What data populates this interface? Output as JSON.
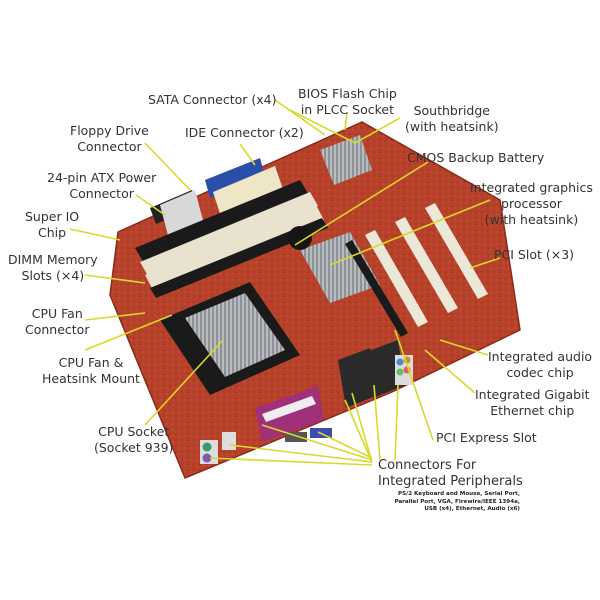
{
  "diagram": {
    "subject": "Motherboard",
    "leader_line_color": "#d9d92a",
    "board_color": "#b8412a",
    "labels": [
      {
        "id": "sata",
        "lines": [
          "SATA Connector (x4)"
        ]
      },
      {
        "id": "bios",
        "lines": [
          "BIOS Flash Chip",
          "in PLCC Socket"
        ]
      },
      {
        "id": "southbridge",
        "lines": [
          "Southbridge",
          "(with heatsink)"
        ]
      },
      {
        "id": "floppy",
        "lines": [
          "Floppy Drive",
          "Connector"
        ]
      },
      {
        "id": "ide",
        "lines": [
          "IDE Connector (x2)"
        ]
      },
      {
        "id": "cmos",
        "lines": [
          "CMOS Backup Battery"
        ]
      },
      {
        "id": "atx",
        "lines": [
          "24-pin ATX Power",
          "Connector"
        ]
      },
      {
        "id": "igp",
        "lines": [
          "Integrated graphics",
          "processor",
          "(with heatsink)"
        ]
      },
      {
        "id": "superio",
        "lines": [
          "Super IO",
          "Chip"
        ]
      },
      {
        "id": "dimm",
        "lines": [
          "DIMM Memory",
          "Slots (×4)"
        ]
      },
      {
        "id": "pci",
        "lines": [
          "PCI Slot (×3)"
        ]
      },
      {
        "id": "cpufan",
        "lines": [
          "CPU Fan",
          "Connector"
        ]
      },
      {
        "id": "heatsink",
        "lines": [
          "CPU Fan &",
          "Heatsink Mount"
        ]
      },
      {
        "id": "audio",
        "lines": [
          "Integrated audio",
          "codec chip"
        ]
      },
      {
        "id": "ethernet",
        "lines": [
          "Integrated Gigabit",
          "Ethernet chip"
        ]
      },
      {
        "id": "cpusocket",
        "lines": [
          "CPU Socket",
          "(Socket 939)"
        ]
      },
      {
        "id": "pcie",
        "lines": [
          "PCI Express Slot"
        ]
      },
      {
        "id": "connectors",
        "lines": [
          "Connectors For",
          "Integrated Peripherals"
        ]
      }
    ],
    "connectors_note": [
      "PS/2 Keyboard and Mouse, Serial Port,",
      "Parallel Port, VGA, Firewire/IEEE 1394a,",
      "USB (x4), Ethernet, Audio (x6)"
    ]
  }
}
